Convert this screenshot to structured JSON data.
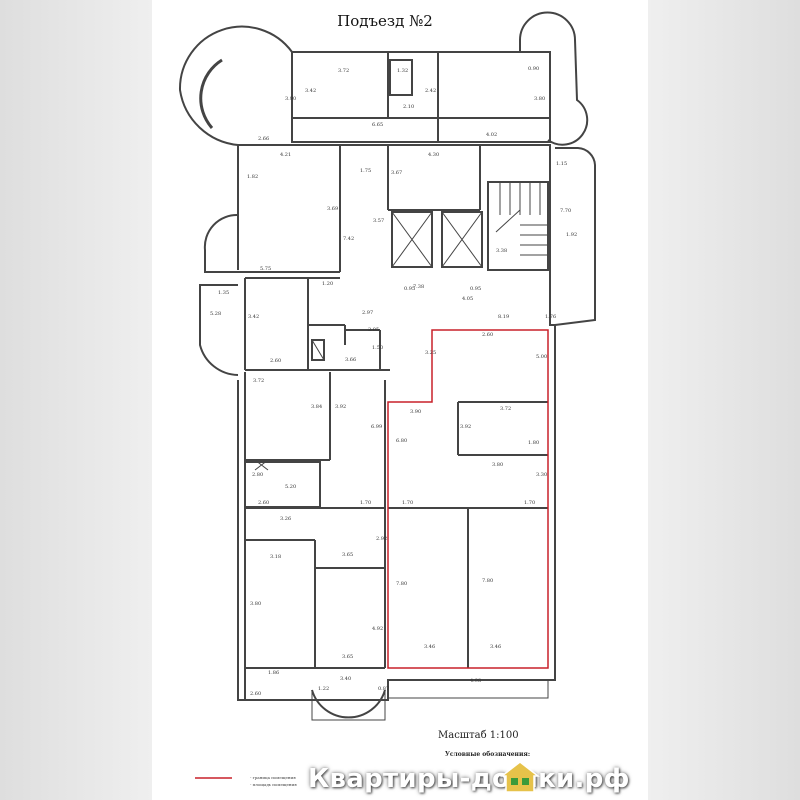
{
  "title": "Подъезд №2",
  "scale_label": "Масштаб  1:100",
  "legend_heading": "Условные обозначения:",
  "legend_small_1": "- граница помещения",
  "legend_small_2": "- площадь помещения",
  "watermark_text": "Квартиры-до   ики.рф",
  "colors": {
    "wall": "#444444",
    "highlight": "#c8202a",
    "sheet": "#ffffff"
  },
  "icons": [
    "house-logo-icon"
  ],
  "dimensions": {
    "d1": "3.72",
    "d2": "3.42",
    "d3": "3.90",
    "d4": "1.32",
    "d5": "2.10",
    "d6": "2.42",
    "d7": "3.80",
    "d8": "4.02",
    "d9": "2.66",
    "d10": "6.65",
    "d11": "4.21",
    "d12": "4.30",
    "d13": "1.75",
    "d14": "3.67",
    "d15": "0.90",
    "d16": "3.69",
    "d17": "5.75",
    "d18": "7.42",
    "d19": "3.57",
    "d20": "7.38",
    "d21": "4.05",
    "d22": "3.38",
    "d23": "7.70",
    "d24": "1.92",
    "d25": "1.35",
    "d26": "3.42",
    "d27": "2.60",
    "d28": "1.20",
    "d29": "2.97",
    "d30": "2.05",
    "d31": "1.50",
    "d32": "3.66",
    "d33": "2.60",
    "d34": "5.00",
    "d35": "3.25",
    "d36": "5.28",
    "d37": "3.72",
    "d38": "3.84",
    "d39": "3.92",
    "d40": "6.99",
    "d41": "3.90",
    "d42": "3.72",
    "d43": "3.92",
    "d44": "6.80",
    "d45": "1.80",
    "d46": "3.80",
    "d47": "3.30",
    "d48": "2.80",
    "d49": "5.20",
    "d50": "2.60",
    "d51": "1.70",
    "d52": "1.70",
    "d53": "1.70",
    "d54": "3.26",
    "d55": "3.18",
    "d56": "3.65",
    "d57": "2.92",
    "d58": "3.80",
    "d59": "7.80",
    "d60": "7.80",
    "d61": "4.92",
    "d62": "3.46",
    "d63": "3.46",
    "d64": "3.65",
    "d65": "1.86",
    "d66": "2.60",
    "d67": "1.22",
    "d68": "3.40",
    "d69": "0.87",
    "d70": "4.98",
    "d71": "1.76",
    "d72": "1.15",
    "d73": "1.82",
    "d74": "8.19",
    "d75": "0.95",
    "d76": "0.95"
  }
}
